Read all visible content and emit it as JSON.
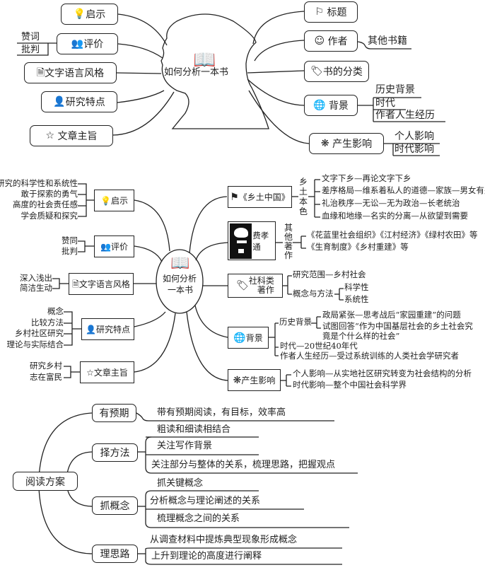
{
  "map1": {
    "center": "如何分析一本书",
    "left": [
      {
        "label": "启示",
        "icon": "lightbulb-icon"
      },
      {
        "label": "评价",
        "icon": "people-icon",
        "subs": [
          "赞词",
          "批判"
        ]
      },
      {
        "label": "文字语言风格",
        "icon": "document-icon"
      },
      {
        "label": "研究特点",
        "icon": "person-icon"
      },
      {
        "label": "文章主旨",
        "icon": "star-icon"
      }
    ],
    "right": [
      {
        "label": "标题",
        "icon": "flag-icon"
      },
      {
        "label": "作者",
        "icon": "author-icon",
        "subs": [
          "其他书籍"
        ]
      },
      {
        "label": "书的分类",
        "icon": "tag-icon"
      },
      {
        "label": "背景",
        "icon": "globe-icon",
        "subs": [
          "历史背景",
          "时代",
          "作者人生经历"
        ]
      },
      {
        "label": "产生影响",
        "icon": "atom-icon",
        "subs": [
          "个人影响",
          "时代影响"
        ]
      }
    ]
  },
  "map2": {
    "center_line1": "如何分析",
    "center_line2": "一本书",
    "left": [
      {
        "label": "启示",
        "icon": "lightbulb-icon",
        "subs": [
          "研究的科学性和系统性",
          "敢于探索的勇气",
          "高度的社会责任感",
          "学会质疑和探究"
        ]
      },
      {
        "label": "评价",
        "icon": "people-icon",
        "subs": [
          "赞同",
          "批判"
        ]
      },
      {
        "label": "文字语言风格",
        "icon": "document-icon",
        "subs": [
          "深入浅出",
          "简洁生动"
        ]
      },
      {
        "label": "研究特点",
        "icon": "person-icon",
        "subs": [
          "概念",
          "比较方法",
          "乡村社区研究",
          "理论与实际结合"
        ]
      },
      {
        "label": "文章主旨",
        "icon": "star-icon",
        "subs": [
          "研究乡村",
          "志在富民"
        ]
      }
    ],
    "right": {
      "book": {
        "label": "《乡土中国》",
        "icon": "flag-icon",
        "group": "乡土本色",
        "subs": [
          "文字下乡—再论文字下乡",
          "差序格局—维系着私人的道德—家族—男女有别",
          "礼治秩序—无讼—无为政治—长老统治",
          "血缘和地缘—名实的分离—从欲望到需要"
        ]
      },
      "author": {
        "label": "费孝通",
        "icon": "portrait-icon",
        "group": "其他著作",
        "subs": [
          "《花蓝里社会组织》《江村经济》《绿村农田》等",
          "《生育制度》《乡村重建》等"
        ]
      },
      "category": {
        "label_line1": "社科类",
        "label_line2": "著作",
        "icon": "tag-icon",
        "scope": "研究范围—乡村社会",
        "method": "概念与方法",
        "method_subs": [
          "科学性",
          "系统性"
        ]
      },
      "background": {
        "label": "背景",
        "icon": "globe-icon",
        "history": "历史背景",
        "history_subs": [
          "政局紧张—思考战后“家园重建”的问题",
          "试图回答“作为中国基层社会的乡土社会究",
          "竟是个什么样的社会”"
        ],
        "era": "时代—20世纪40年代",
        "life": "作者人生经历—受过系统训练的人类社会学研究者"
      },
      "impact": {
        "label": "产生影响",
        "icon": "atom-icon",
        "subs": [
          "个人影响—从实地社区研究转变为社会结构的分析",
          "时代影响—整个中国社会科学界"
        ]
      }
    }
  },
  "map3": {
    "root": "阅读方案",
    "branches": [
      {
        "label": "有预期",
        "items": [
          "带有预期阅读，有目标，效率高"
        ]
      },
      {
        "label": "择方法",
        "items": [
          "粗读和细读相结合",
          "关注写作背景",
          "关注部分与整体的关系，梳理思路，把握观点"
        ]
      },
      {
        "label": "抓概念",
        "items": [
          "抓关键概念",
          "分析概念与理论阐述的关系",
          "梳理概念之间的关系"
        ]
      },
      {
        "label": "理思路",
        "items": [
          "从调查材料中提炼典型现象形成概念",
          "上升到理论的高度进行阐释"
        ]
      }
    ]
  }
}
